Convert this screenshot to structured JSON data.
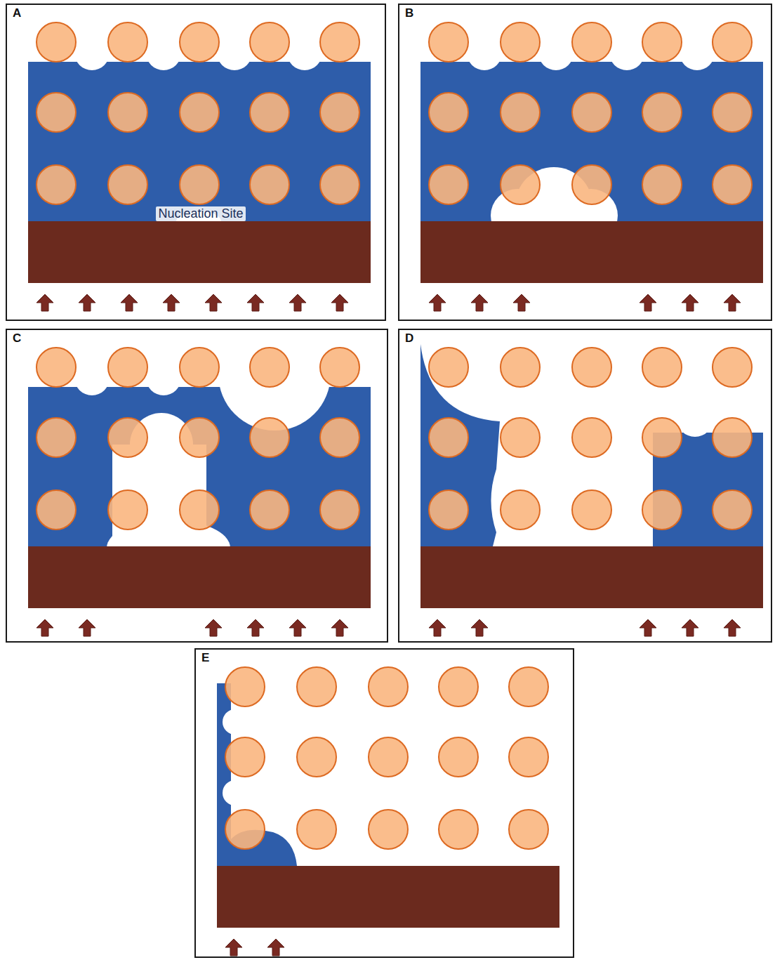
{
  "diagram": {
    "nodes": [
      {
        "text": [
          "A"
        ]
      },
      {
        "text": [
          "B"
        ]
      },
      {
        "text": [
          "C"
        ]
      },
      {
        "text": [
          "D"
        ]
      },
      {
        "text": [
          "E"
        ]
      }
    ],
    "labels": [
      "Nucleation Site"
    ]
  }
}
